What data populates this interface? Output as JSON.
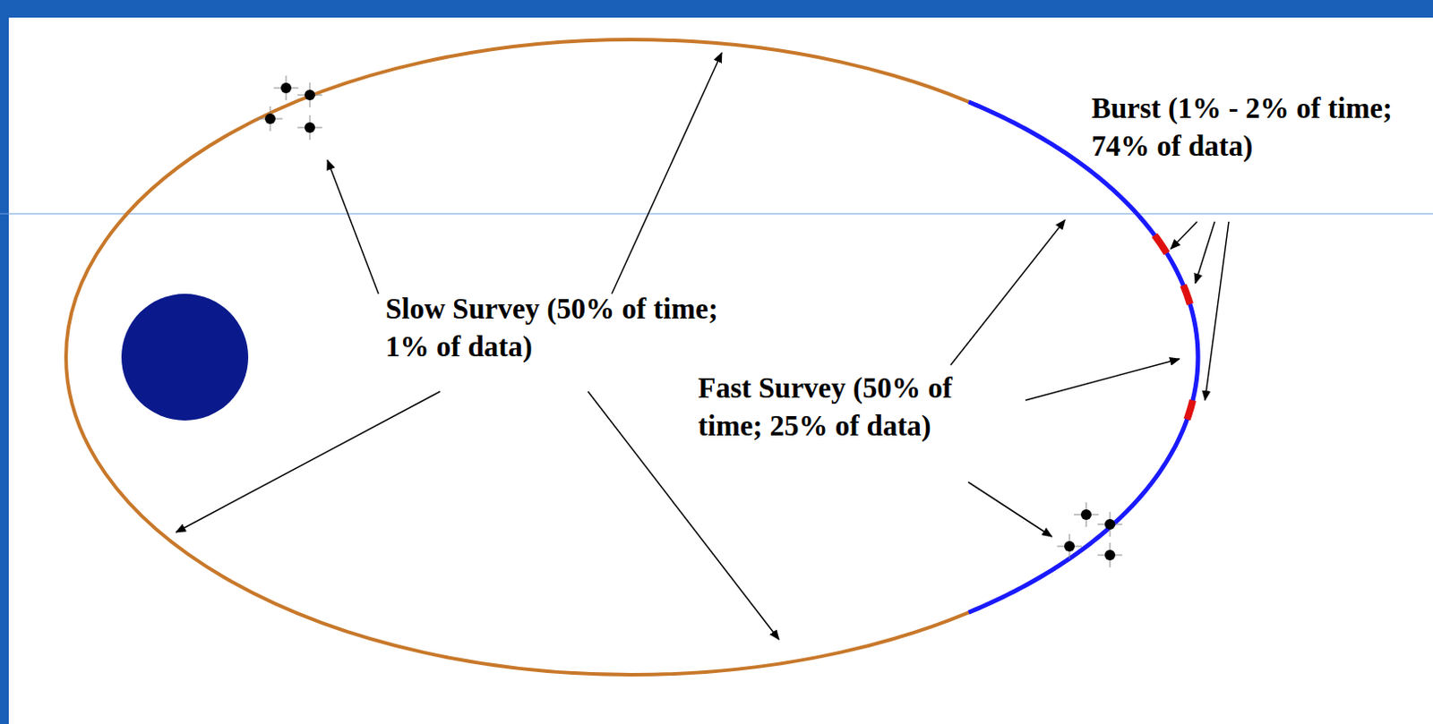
{
  "diagram": {
    "labels": [
      "Slow Survey (50% of time;   1% of data)",
      "Fast Survey (50% of time; 25% of data)",
      "Burst (1% - 2% of time; 74% of data)"
    ]
  }
}
